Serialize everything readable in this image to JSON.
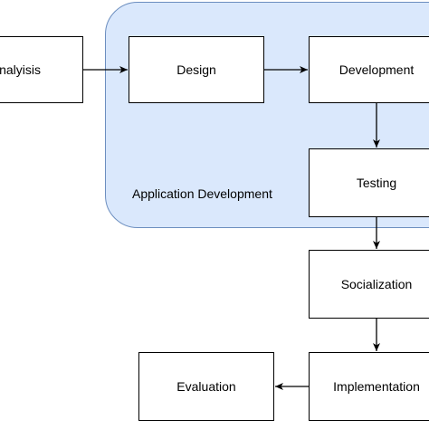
{
  "group": {
    "label": "Application Development",
    "fill": "#dae8fc",
    "stroke": "#6c8ebf"
  },
  "nodes": {
    "analysis": "Analyisis",
    "design": "Design",
    "development": "Development",
    "testing": "Testing",
    "socialization": "Socialization",
    "implementation": "Implementation",
    "evaluation": "Evaluation"
  },
  "edges": [
    {
      "from": "Analyisis",
      "to": "Design"
    },
    {
      "from": "Design",
      "to": "Development"
    },
    {
      "from": "Development",
      "to": "Testing"
    },
    {
      "from": "Testing",
      "to": "Socialization"
    },
    {
      "from": "Socialization",
      "to": "Implementation"
    },
    {
      "from": "Implementation",
      "to": "Evaluation"
    }
  ]
}
